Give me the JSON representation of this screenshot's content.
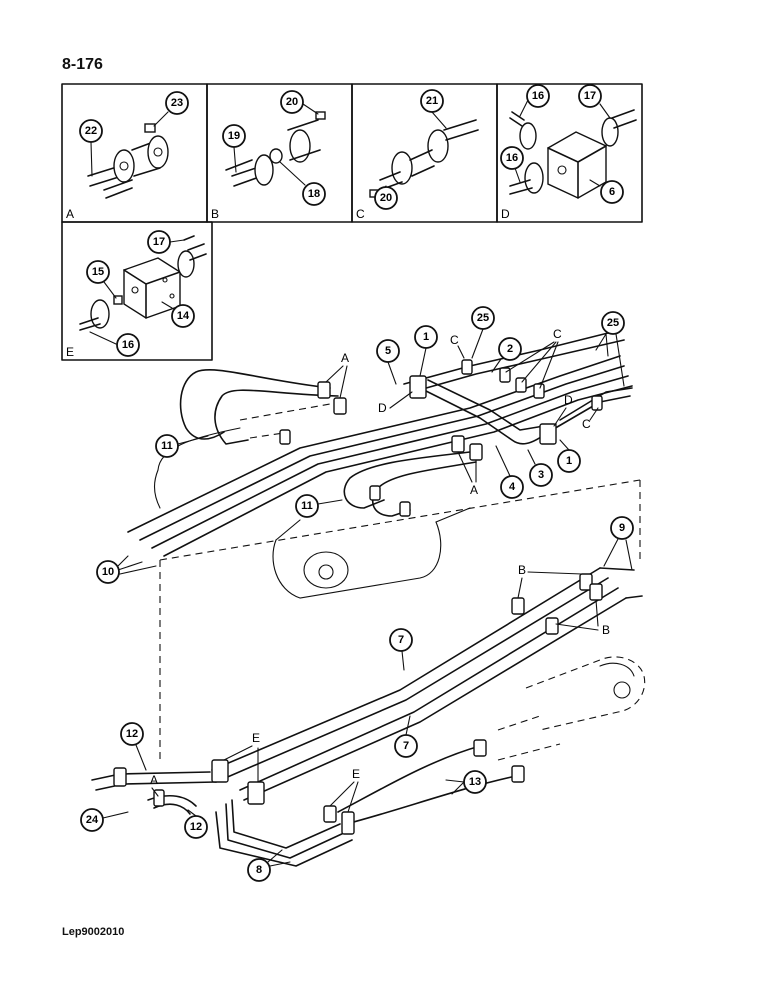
{
  "page_number": "8-176",
  "reference_code": "Lep9002010",
  "inset_panels": [
    {
      "letter": "A",
      "callouts": [
        "22",
        "23"
      ]
    },
    {
      "letter": "B",
      "callouts": [
        "19",
        "20",
        "18"
      ]
    },
    {
      "letter": "C",
      "callouts": [
        "21",
        "20"
      ]
    },
    {
      "letter": "D",
      "callouts": [
        "16",
        "17",
        "16",
        "6"
      ]
    },
    {
      "letter": "E",
      "callouts": [
        "17",
        "15",
        "14",
        "16"
      ]
    }
  ],
  "main_callouts": [
    "1",
    "25",
    "2",
    "5",
    "25",
    "1",
    "3",
    "4",
    "11",
    "11",
    "10",
    "9",
    "7",
    "7",
    "12",
    "24",
    "12",
    "13",
    "8"
  ],
  "detail_letters": [
    "C",
    "C",
    "A",
    "D",
    "D",
    "C",
    "A",
    "B",
    "B",
    "E",
    "A",
    "E"
  ]
}
